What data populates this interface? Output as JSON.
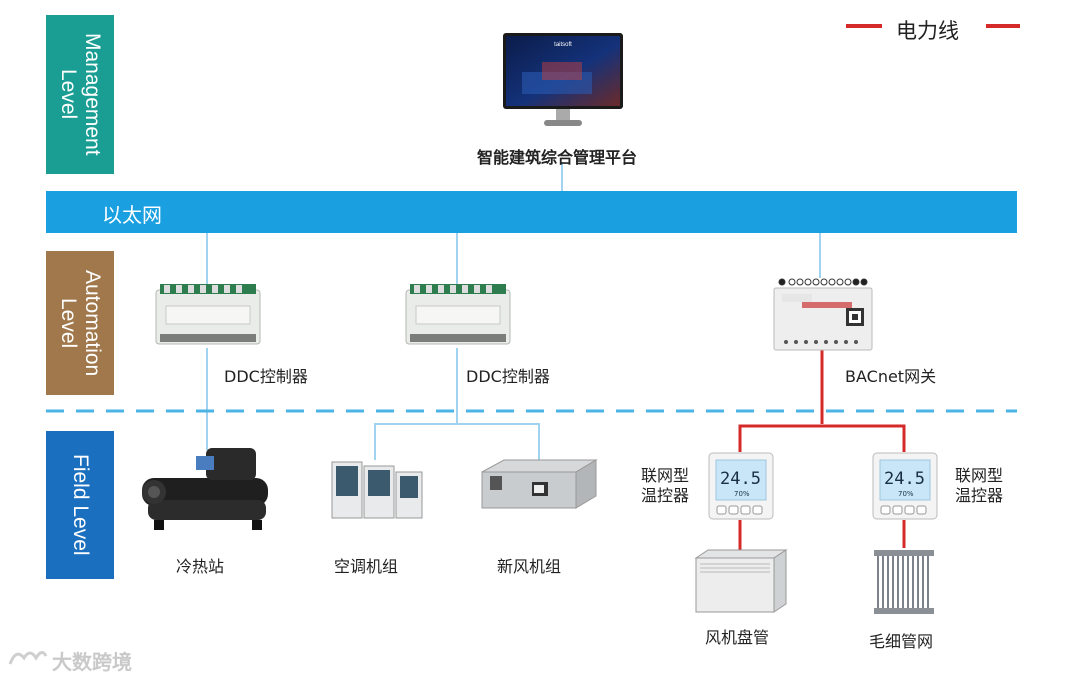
{
  "legend": {
    "label": "电力线",
    "line_color": "#d42a2a"
  },
  "levels": {
    "management": {
      "label": "Management Level",
      "color": "#1a9e93"
    },
    "automation": {
      "label": "Automation Level",
      "color": "#a0784b"
    },
    "field": {
      "label": "Field Level",
      "color": "#1b6fbf"
    }
  },
  "network": {
    "ethernet_label": "以太网",
    "color": "#1aa0e0"
  },
  "management_nodes": {
    "platform_label": "智能建筑综合管理平台",
    "monitor_brand": "taitsoft"
  },
  "automation_nodes": {
    "ddc1_label": "DDC控制器",
    "ddc2_label": "DDC控制器",
    "gateway_label": "BACnet网关"
  },
  "field_nodes": {
    "chiller_label": "冷热站",
    "ac_unit_label": "空调机组",
    "fresh_air_label": "新风机组",
    "thermostat_left_label": "联网型\n温控器",
    "thermostat_right_label": "联网型\n温控器",
    "fan_coil_label": "风机盘管",
    "capillary_label": "毛细管网",
    "thermostat_display": {
      "temp": "24.5",
      "humidity": "70%"
    }
  },
  "watermark": "大数跨境"
}
